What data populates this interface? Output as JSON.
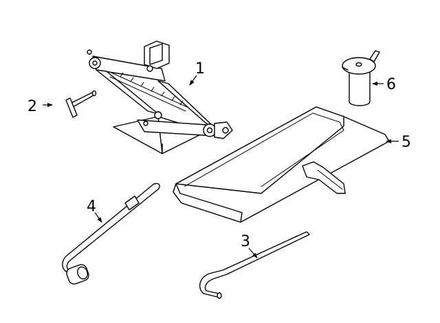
{
  "callouts": [
    {
      "number": "1",
      "part": "scissor-jack"
    },
    {
      "number": "2",
      "part": "jack-handle-pin"
    },
    {
      "number": "3",
      "part": "jack-handle-rod"
    },
    {
      "number": "4",
      "part": "lug-wrench"
    },
    {
      "number": "5",
      "part": "tool-bag"
    },
    {
      "number": "6",
      "part": "wheel-lock-key"
    }
  ],
  "colors": {
    "line": "#000000",
    "background": "#ffffff"
  }
}
